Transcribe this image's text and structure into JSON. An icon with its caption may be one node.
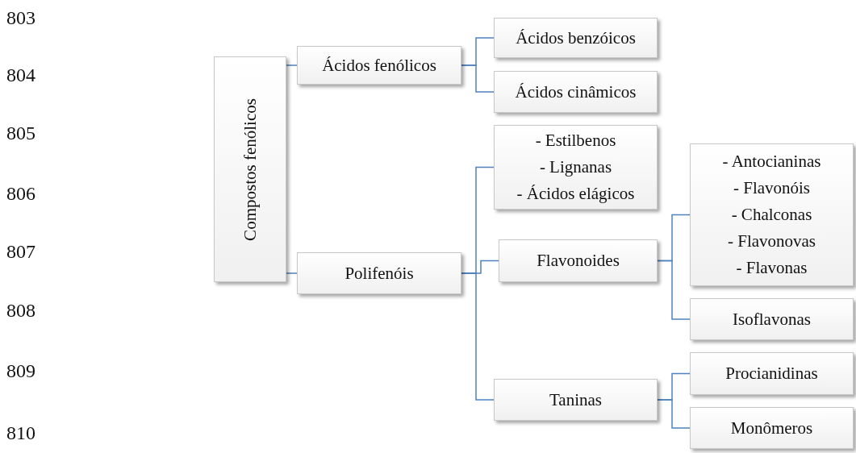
{
  "diagram": {
    "nodes": [
      {
        "text": [
          "Compostos fenólicos"
        ]
      },
      {
        "text": [
          "Ácidos fenólicos"
        ]
      },
      {
        "text": [
          "Polifenóis"
        ]
      },
      {
        "text": [
          "Ácidos benzóicos"
        ]
      },
      {
        "text": [
          "Ácidos cinâmicos"
        ]
      },
      {
        "text": [
          "- Estilbenos",
          "- Lignanas",
          "- Ácidos elágicos"
        ]
      },
      {
        "text": [
          "Flavonoides"
        ]
      },
      {
        "text": [
          "- Antocianinas",
          "- Flavonóis",
          "- Chalconas",
          "- Flavonovas",
          "- Flavonas"
        ]
      },
      {
        "text": [
          "Isoflavonas"
        ]
      },
      {
        "text": [
          "Taninas"
        ]
      },
      {
        "text": [
          "Procianidinas"
        ]
      },
      {
        "text": [
          "Monômeros"
        ]
      }
    ],
    "edges": [
      {
        "from": 0,
        "to": 1,
        "arrow": "none"
      },
      {
        "from": 0,
        "to": 2,
        "arrow": "none"
      },
      {
        "from": 1,
        "to": 3,
        "arrow": "none"
      },
      {
        "from": 1,
        "to": 4,
        "arrow": "none"
      },
      {
        "from": 2,
        "to": 5,
        "arrow": "none"
      },
      {
        "from": 2,
        "to": 6,
        "arrow": "none"
      },
      {
        "from": 2,
        "to": 9,
        "arrow": "none"
      },
      {
        "from": 6,
        "to": 7,
        "arrow": "none"
      },
      {
        "from": 6,
        "to": 8,
        "arrow": "none"
      },
      {
        "from": 9,
        "to": 10,
        "arrow": "none"
      },
      {
        "from": 9,
        "to": 11,
        "arrow": "none"
      }
    ],
    "labels": [
      "803",
      "804",
      "805",
      "806",
      "807",
      "808",
      "809",
      "810"
    ]
  }
}
